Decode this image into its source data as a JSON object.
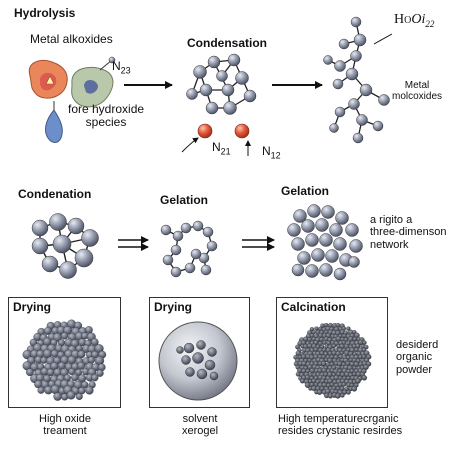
{
  "row1": {
    "hydrolysis_title": "Hydrolysis",
    "metal_alkoxides": "Metal alkoxides",
    "n23_base": "N",
    "n23_sub": "23",
    "fore_hydroxide_line1": "fore hydroxide",
    "fore_hydroxide_line2": "species",
    "condensation_title": "Condensation",
    "n21_base": "N",
    "n21_sub": "21",
    "n12_base": "N",
    "n12_sub": "12",
    "formula_h": "H",
    "formula_o_small": "O",
    "formula_oi": "Oi",
    "formula_sub": "22",
    "metal_molcoxides_line1": "Metal",
    "metal_molcoxides_line2": "molcoxides"
  },
  "row2": {
    "condenation_title": "Condenation",
    "gelation_title_1": "Gelation",
    "gelation_title_2": "Gelation",
    "network_line1": "a rigito a",
    "network_line2": "three-dimenson",
    "network_line3": "network"
  },
  "row3": {
    "drying_title_1": "Drying",
    "drying_title_2": "Drying",
    "calcination_title": "Calcination",
    "caption_1_line1": "High oxide",
    "caption_1_line2": "treament",
    "caption_2_line1": "solvent",
    "caption_2_line2": "xerogel",
    "caption_3_line1": "High temperaturecrganic",
    "caption_3_line2": "resides crystanic resirdes",
    "side_line1": "desiderd",
    "side_line2": "organic",
    "side_line3": "powder"
  },
  "colors": {
    "sphere": "#8f96a8",
    "sphere_dark": "#4a5062",
    "red_particle": "#e0563a",
    "orange_blob": "#e9875b",
    "green_blob": "#b9c8aa",
    "blue_drop": "#6d8fc9"
  }
}
